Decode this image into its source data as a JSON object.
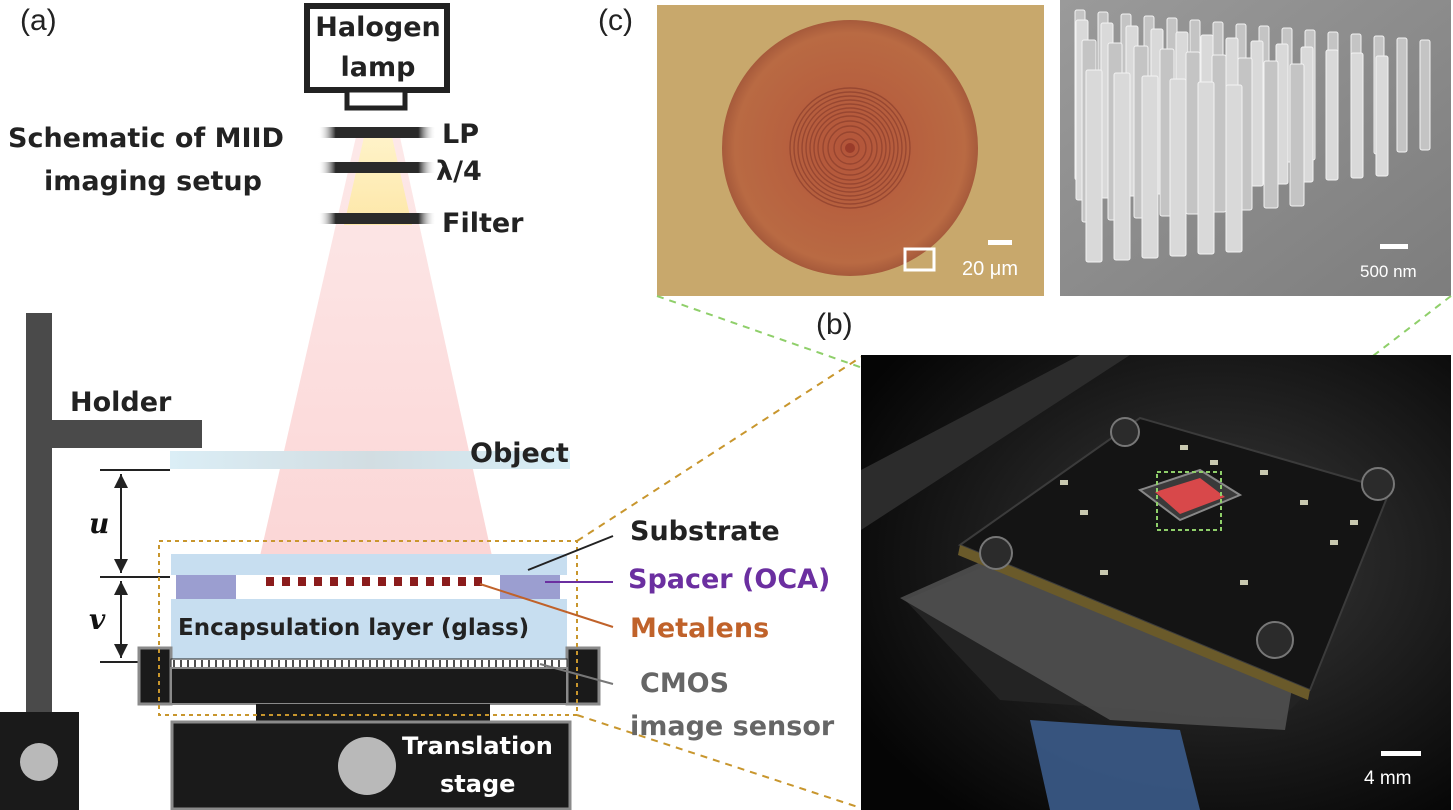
{
  "panels": {
    "a": "(a)",
    "b": "(b)",
    "c": "(c)"
  },
  "setup_title": {
    "line1": "Schematic of MIID",
    "line2": "imaging setup"
  },
  "lamp": {
    "line1": "Halogen",
    "line2": "lamp"
  },
  "optics": {
    "lp": "LP",
    "qwp": "λ/4",
    "filter": "Filter"
  },
  "labels": {
    "holder": "Holder",
    "object": "Object",
    "u": "u",
    "v": "v",
    "substrate": "Substrate",
    "spacer": "Spacer (OCA)",
    "metalens": "Metalens",
    "encapsulation": "Encapsulation layer (glass)",
    "cmos_line1": "CMOS",
    "cmos_line2": "image sensor",
    "stage_line1": "Translation",
    "stage_line2": "stage"
  },
  "scale_bars": {
    "micrograph": "20 μm",
    "sem": "500 nm",
    "photo": "4 mm"
  },
  "colors": {
    "spacer_text": "#6b2fa0",
    "metalens_text": "#c0622a",
    "cmos_text": "#666666",
    "micrograph_bg": "#c6a56a",
    "micrograph_disk": "#b5623e",
    "dashed_orange": "#c8962d",
    "dashed_green": "#8fcf6a"
  }
}
